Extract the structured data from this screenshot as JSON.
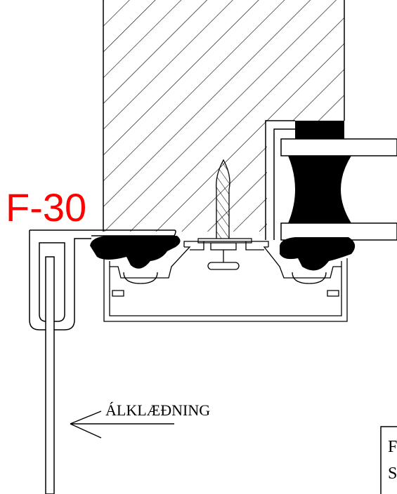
{
  "labels": {
    "fire_rating": "F-30",
    "cladding": "ÁLKLÆÐNING",
    "box_line1": "F",
    "box_line2": "S"
  },
  "colors": {
    "line": "#000000",
    "label_red": "#ff0000",
    "background": "#ffffff",
    "fill_black": "#000000"
  },
  "icons": {
    "arrow": "left-arrow",
    "screw": "screw-fastener"
  }
}
